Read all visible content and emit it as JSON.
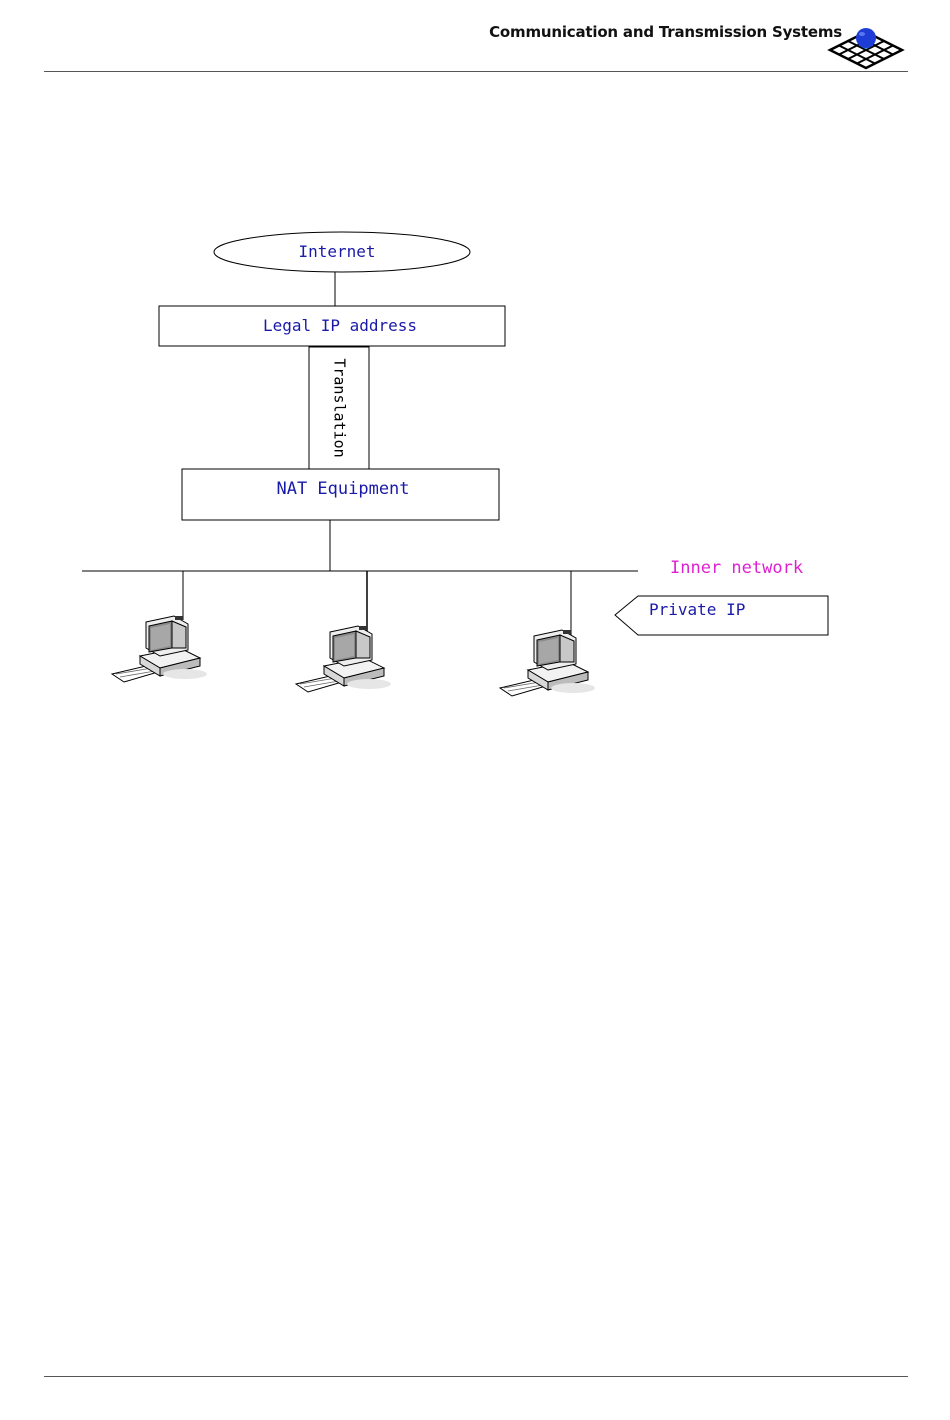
{
  "header": {
    "title": "Communication and Transmission Systems"
  },
  "diagram": {
    "internet": "Internet",
    "legal_ip": "Legal IP address",
    "translation": "Translation",
    "nat": "NAT Equipment",
    "inner_network": "Inner network",
    "private_ip": "Private IP"
  },
  "colors": {
    "label_blue": "#1a1aa8",
    "label_magenta": "#e020d0",
    "logo_blue": "#1e3cd6",
    "logo_cyan": "#3ab0e8"
  }
}
